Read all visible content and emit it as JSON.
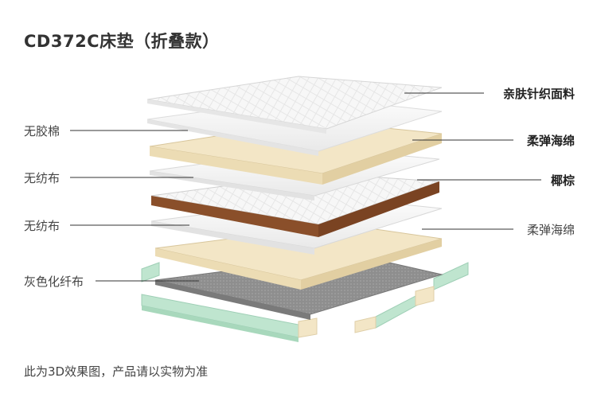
{
  "title": "CD372C床垫（折叠款）",
  "caption": "此为3D效果图，产品请以实物为准",
  "labels": {
    "right": [
      {
        "text": "亲肤针织面料",
        "bold": true
      },
      {
        "text": "柔弹海绵",
        "bold": true
      },
      {
        "text": "椰棕",
        "bold": true
      },
      {
        "text": "柔弹海绵",
        "bold": false
      }
    ],
    "left": [
      {
        "text": "无胶棉"
      },
      {
        "text": "无纺布"
      },
      {
        "text": "无纺布"
      },
      {
        "text": "灰色化纤布"
      }
    ]
  },
  "colors": {
    "fabric": "#f4f4f4",
    "sponge": "#f3e6c6",
    "coir": "#8a4f2a",
    "gray_cloth": "#8e8e8e",
    "mint_frame": "#bfe5cf",
    "line": "#333333"
  }
}
